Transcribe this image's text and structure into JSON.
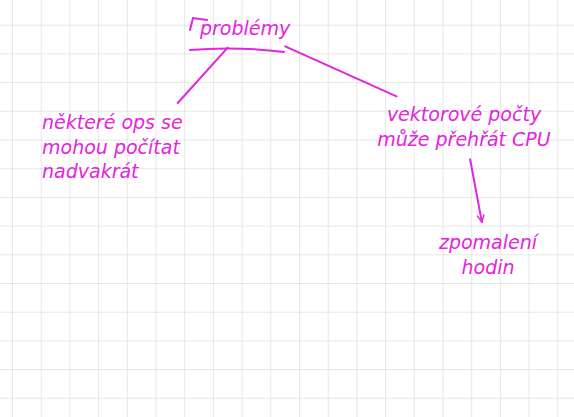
{
  "diagram": {
    "nodes": [
      {
        "text": [
          "problémy"
        ]
      },
      {
        "text": [
          "některé ops se mohou počítat nadvakrát"
        ]
      },
      {
        "text": [
          "vektorové počty může přehřát CPU"
        ]
      },
      {
        "text": [
          "zpomalení hodin"
        ]
      }
    ],
    "edges": [
      {
        "from": 0,
        "to": 1,
        "arrow": "none"
      },
      {
        "from": 0,
        "to": 2,
        "arrow": "none"
      },
      {
        "from": 2,
        "to": 3,
        "arrow": "to"
      }
    ]
  }
}
